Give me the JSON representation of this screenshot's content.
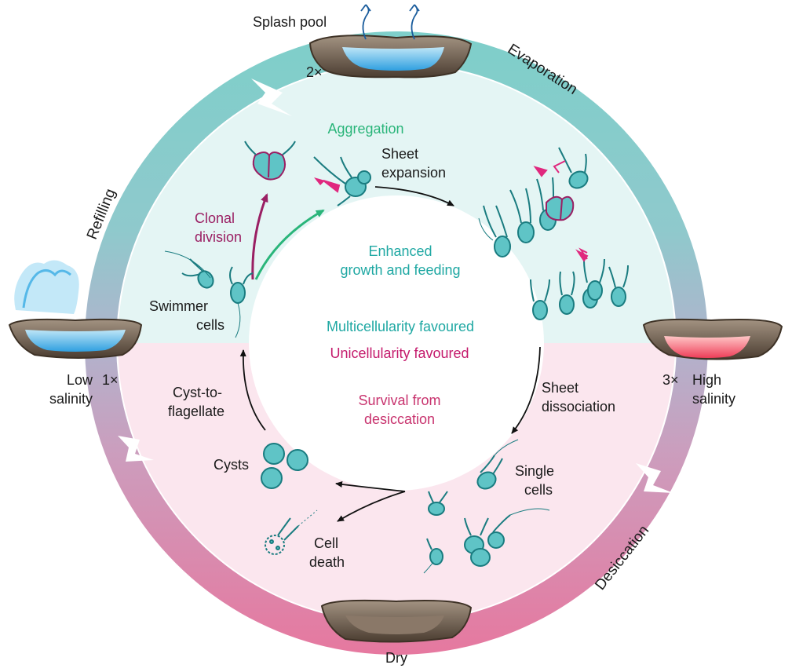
{
  "colors": {
    "ring_teal": "#7ecfca",
    "ring_grey": "#a9b7cc",
    "ring_pink": "#df86ad",
    "ring_pink_dark": "#e17aa8",
    "inner_teal": "#e4f5f4",
    "inner_pink": "#fbe6ee",
    "cell_teal": "#5fc4c6",
    "cell_outline": "#1a7c80",
    "clonal_purple": "#9a1f63",
    "aggregation_green": "#2ab57a",
    "pointer_magenta": "#e0287e",
    "multicellular_teal": "#1fa8a3",
    "unicellular_magenta": "#c41a6c",
    "survival_magenta": "#c8336e",
    "water_blue": "#55b8e8",
    "brine_red": "#ee4f63",
    "rock_brown": "#6b5a4b"
  },
  "pools": {
    "splash": {
      "label": "Splash pool",
      "multiplier": "2×",
      "icon": "rock-pool-icon"
    },
    "low": {
      "label_line1": "Low",
      "label_line2": "salinity",
      "multiplier": "1×",
      "icon": "rock-pool-wave-icon"
    },
    "high": {
      "label_line1": "High",
      "label_line2": "salinity",
      "multiplier": "3×",
      "icon": "rock-pool-brine-icon"
    },
    "dry": {
      "label": "Dry",
      "icon": "dry-rock-pool-icon"
    }
  },
  "ring_labels": {
    "evaporation": "Evaporation",
    "refilling": "Refilling",
    "desiccation": "Desiccation"
  },
  "inner": {
    "aggregation": "Aggregation",
    "sheet_expansion": {
      "line1": "Sheet",
      "line2": "expansion"
    },
    "clonal_division": {
      "line1": "Clonal",
      "line2": "division"
    },
    "swimmer_cells": {
      "line1": "Swimmer",
      "line2": "cells"
    },
    "enhanced_growth": {
      "line1": "Enhanced",
      "line2": "growth and feeding"
    },
    "multicellularity": "Multicellularity favoured",
    "unicellularity": "Unicellularity favoured",
    "sheet_dissociation": {
      "line1": "Sheet",
      "line2": "dissociation"
    },
    "survival": {
      "line1": "Survival from",
      "line2": "desiccation"
    },
    "cyst_to_flagellate": {
      "line1": "Cyst-to-",
      "line2": "flagellate"
    },
    "cysts": "Cysts",
    "single_cells": {
      "line1": "Single",
      "line2": "cells"
    },
    "cell_death": {
      "line1": "Cell",
      "line2": "death"
    }
  }
}
